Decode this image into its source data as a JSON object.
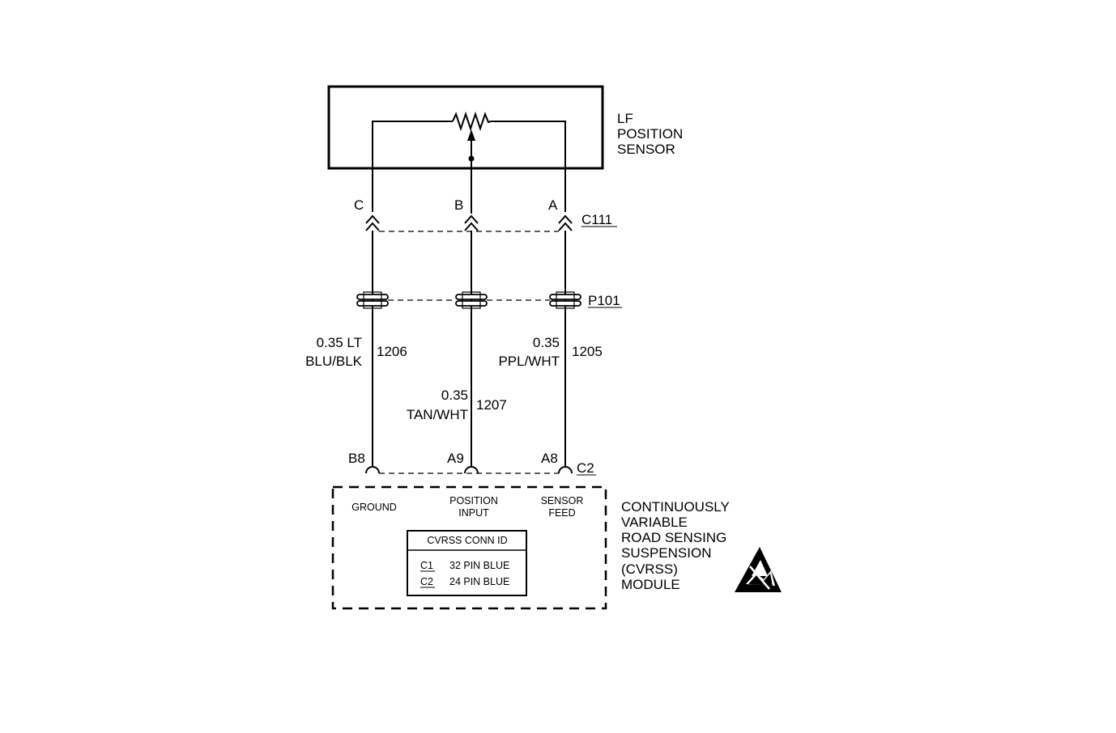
{
  "sensor": {
    "name_lines": [
      "LF",
      "POSITION",
      "SENSOR"
    ]
  },
  "connector_c111": {
    "id": "C111",
    "pins": [
      "C",
      "B",
      "A"
    ]
  },
  "connector_p101": {
    "id": "P101"
  },
  "wires": [
    {
      "size": "0.35 LT",
      "color": "BLU/BLK",
      "circuit": "1206",
      "module_pin": "B8",
      "function": [
        "GROUND"
      ]
    },
    {
      "size": "0.35",
      "color": "TAN/WHT",
      "circuit": "1207",
      "module_pin": "A9",
      "function": [
        "POSITION",
        "INPUT"
      ]
    },
    {
      "size": "0.35",
      "color": "PPL/WHT",
      "circuit": "1205",
      "module_pin": "A8",
      "function": [
        "SENSOR",
        "FEED"
      ]
    }
  ],
  "connector_c2": {
    "id": "C2"
  },
  "module": {
    "name_lines": [
      "CONTINUOUSLY",
      "VARIABLE",
      "ROAD SENSING",
      "SUSPENSION",
      "(CVRSS)",
      "MODULE"
    ],
    "conn_table": {
      "title": "CVRSS CONN ID",
      "rows": [
        {
          "id": "C1",
          "desc": "32 PIN BLUE"
        },
        {
          "id": "C2",
          "desc": "24 PIN BLUE"
        }
      ]
    }
  },
  "icons": {
    "esd": "esd-sensitive-icon",
    "potentiometer": "potentiometer-icon"
  }
}
